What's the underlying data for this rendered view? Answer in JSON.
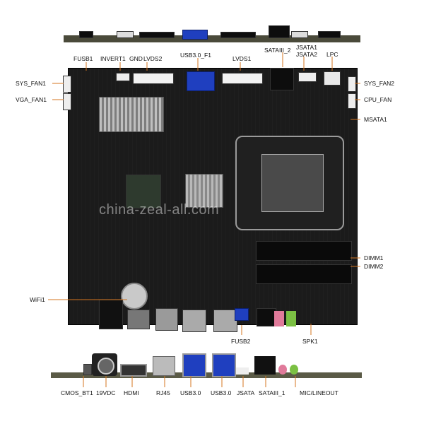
{
  "labels": {
    "fusb1": "FUSB1",
    "invert1": "INVERT1",
    "gnd": "GND",
    "lvds2": "LVDS2",
    "usb30_f1": "USB3.0_F1",
    "lvds1": "LVDS1",
    "sata_ii_2": "SATAIII_2",
    "jsata1": "JSATA1",
    "jsata2": "JSATA2",
    "lpc": "LPC",
    "sys_fan1": "SYS_FAN1",
    "vga_fan1": "VGA_FAN1",
    "sys_fan2": "SYS_FAN2",
    "cpu_fan": "CPU_FAN",
    "msata1": "MSATA1",
    "dimm1": "DIMM1",
    "dimm2": "DIMM2",
    "wifi1": "WiFi1",
    "fusb2": "FUSB2",
    "spk1": "SPK1",
    "cmos_bt1": "CMOS_BT1",
    "vdc19": "19VDC",
    "hdmi": "HDMI",
    "rj45": "RJ45",
    "usb30_a": "USB3.0",
    "usb30_b": "USB3.0",
    "jsata": "JSATA",
    "sata_ii_1": "SATAIII_1",
    "mic_lineout": "MIC/LINEOUT"
  },
  "watermark": "china-zeal-all.com",
  "colors": {
    "pcb": "#1b1b1b",
    "usb_blue": "#1f3fbf",
    "leader": "#d4751f",
    "audio_green": "#7bc043",
    "audio_pink": "#e07a9a"
  }
}
